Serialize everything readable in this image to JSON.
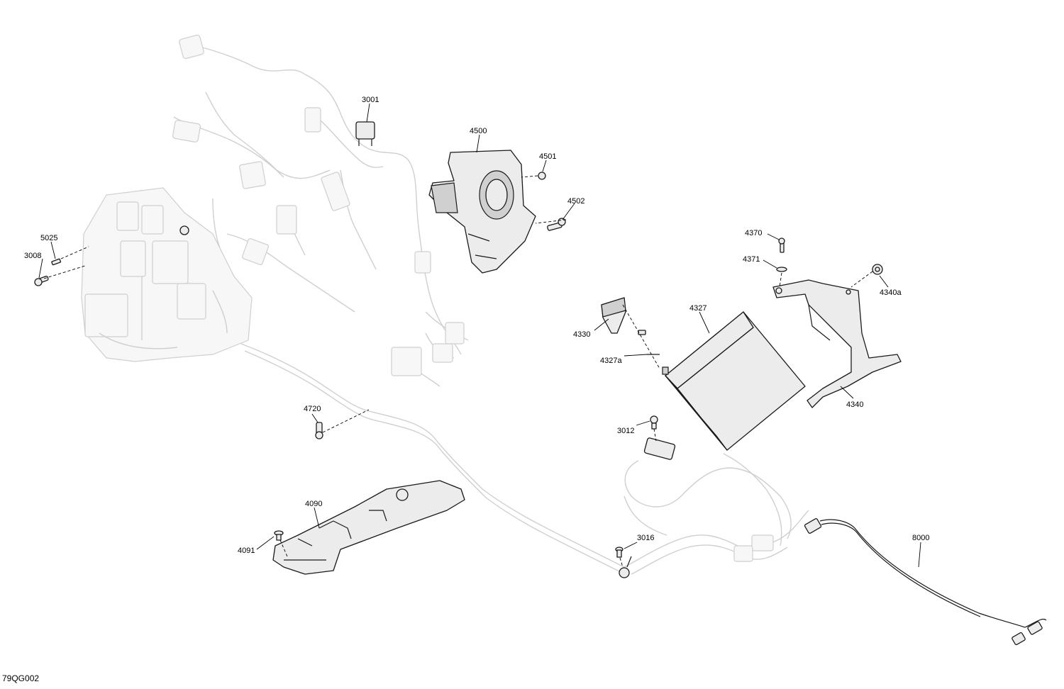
{
  "callouts": [
    {
      "id": "c3001",
      "text": "3001"
    },
    {
      "id": "c4500",
      "text": "4500"
    },
    {
      "id": "c4501",
      "text": "4501"
    },
    {
      "id": "c4502",
      "text": "4502"
    },
    {
      "id": "c5025",
      "text": "5025"
    },
    {
      "id": "c3008",
      "text": "3008"
    },
    {
      "id": "c4370",
      "text": "4370"
    },
    {
      "id": "c4371",
      "text": "4371"
    },
    {
      "id": "c4340a",
      "text": "4340a"
    },
    {
      "id": "c4327",
      "text": "4327"
    },
    {
      "id": "c4330",
      "text": "4330"
    },
    {
      "id": "c4327a",
      "text": "4327a"
    },
    {
      "id": "c4340",
      "text": "4340"
    },
    {
      "id": "c4720",
      "text": "4720"
    },
    {
      "id": "c3012",
      "text": "3012"
    },
    {
      "id": "c4090",
      "text": "4090"
    },
    {
      "id": "c4091",
      "text": "4091"
    },
    {
      "id": "c3016",
      "text": "3016"
    },
    {
      "id": "c8000",
      "text": "8000"
    }
  ],
  "figure_code": "79QG002"
}
